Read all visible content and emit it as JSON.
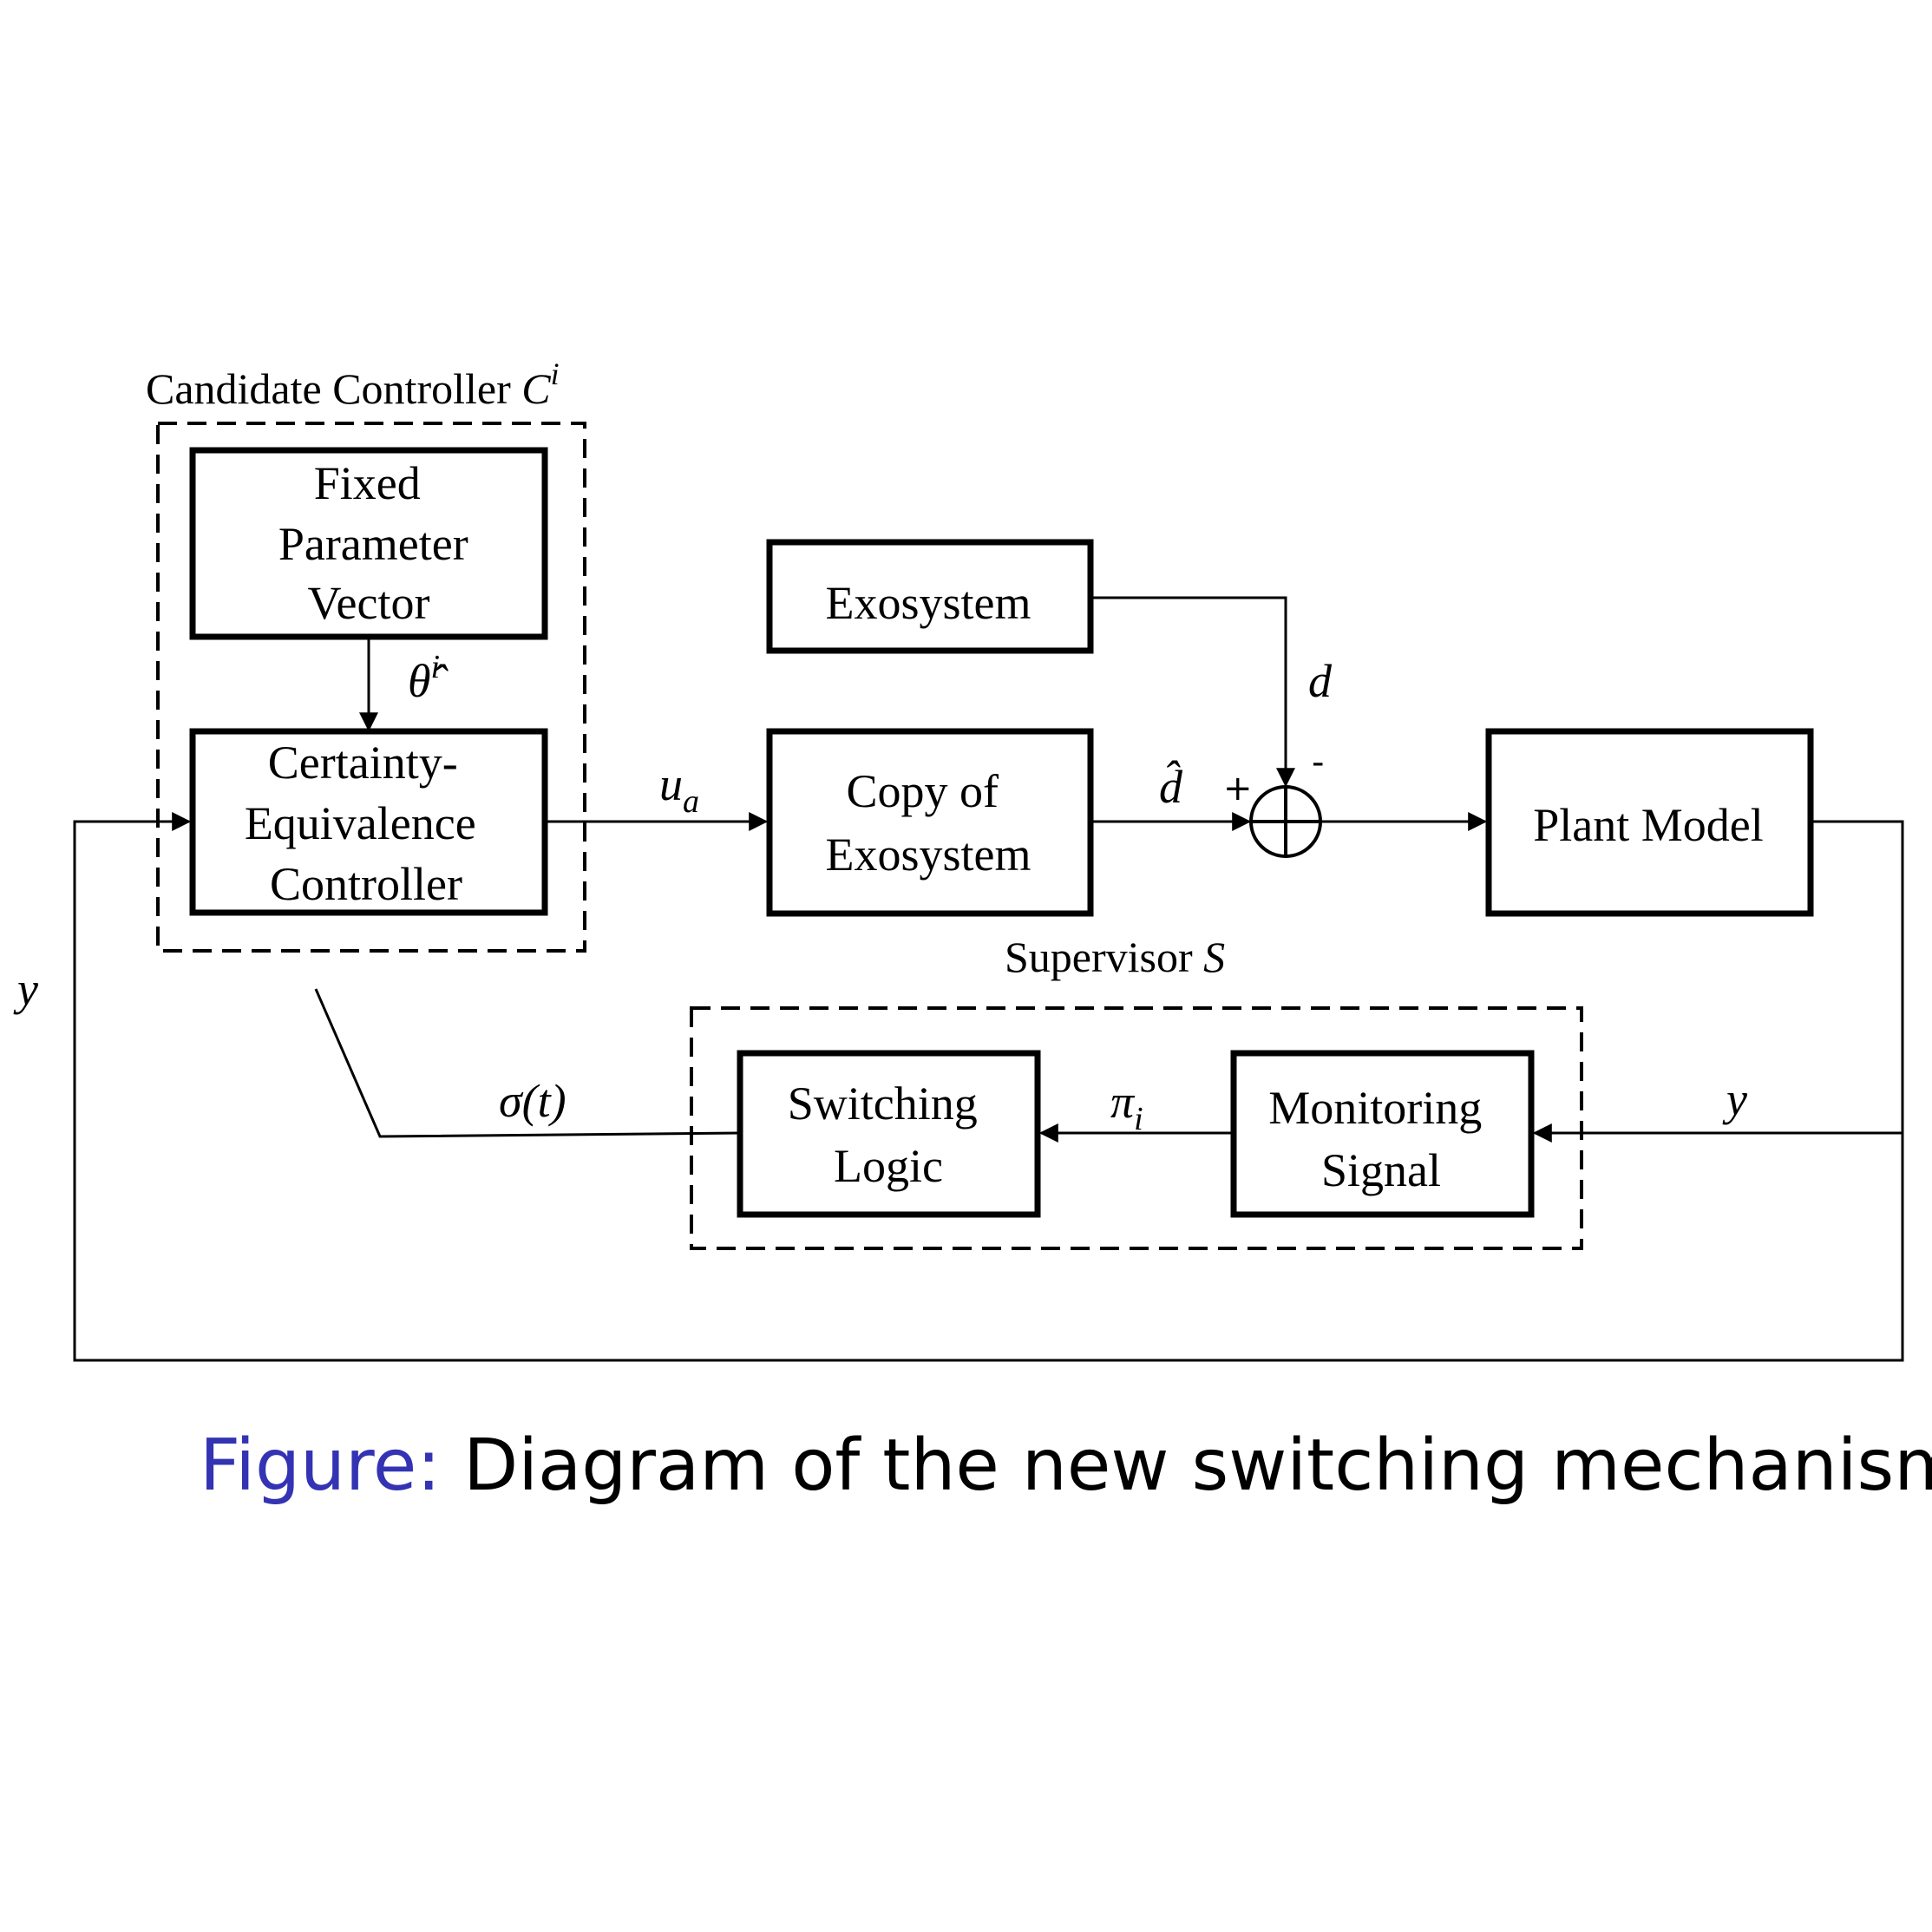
{
  "groups": {
    "candidate": {
      "label": "Candidate Controller ",
      "symbol": "C",
      "sup": "i"
    },
    "supervisor": {
      "label": "Supervisor ",
      "symbol": "S"
    }
  },
  "blocks": {
    "fixed_parameter": [
      "Fixed",
      "Parameter",
      "Vector"
    ],
    "ce_controller": [
      "Certainty-",
      "Equivalence",
      "Controller"
    ],
    "exosystem": [
      "Exosystem"
    ],
    "copy_exosystem": [
      "Copy of",
      "Exosystem"
    ],
    "plant": [
      "Plant Model"
    ],
    "switching": [
      "Switching",
      "Logic"
    ],
    "monitoring": [
      "Monitoring",
      "Signal"
    ]
  },
  "signals": {
    "theta_hat": {
      "base": "θ̂",
      "sup": "i"
    },
    "u_a": {
      "base": "u",
      "sub": "a"
    },
    "d": "d",
    "d_hat": "d̂",
    "plus": "+",
    "minus": "-",
    "pi_i": {
      "base": "π",
      "sub": "i"
    },
    "sigma_t": "σ(t)",
    "y_feedback": "y",
    "y_left": "y"
  },
  "caption": {
    "prefix": "Figure:",
    "text": " Diagram of the new switching mechanism",
    "prefix_color": "#3333b3",
    "text_color": "#000000"
  }
}
